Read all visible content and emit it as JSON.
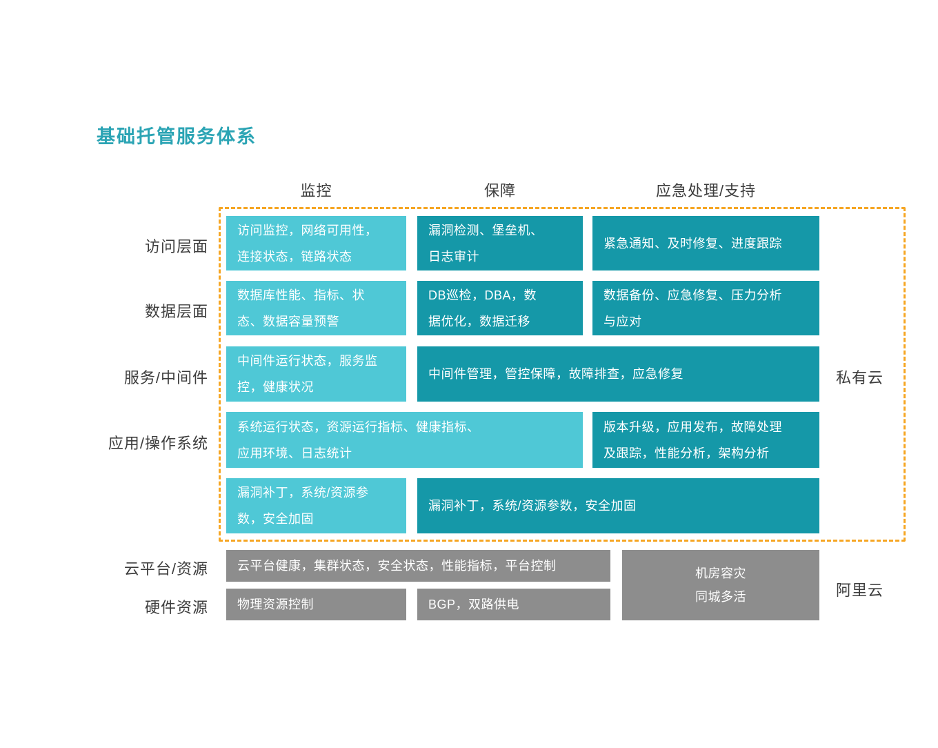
{
  "title": "基础托管服务体系",
  "colors": {
    "teal_title": "#2BA4B4",
    "teal_light": "#4FC8D6",
    "teal_dark": "#1598A8",
    "gray": "#8D8D8D",
    "orange": "#F6A623"
  },
  "columns": [
    "监控",
    "保障",
    "应急处理/支持"
  ],
  "row_labels": [
    "访问层面",
    "数据层面",
    "服务/中间件",
    "应用/操作系统",
    "云平台/资源",
    "硬件资源"
  ],
  "side_labels": {
    "private_cloud": "私有云",
    "alicloud": "阿里云"
  },
  "cells": {
    "access_monitoring": {
      "text": "访问监控，网络可用性，\n连接状态，链路状态"
    },
    "access_assurance": {
      "text": "漏洞检测、堡垒机、\n日志审计"
    },
    "access_emergency": {
      "text": "紧急通知、及时修复、进度跟踪"
    },
    "data_monitoring": {
      "text": "数据库性能、指标、状\n态、数据容量预警"
    },
    "data_assurance": {
      "text": "DB巡检，DBA，数\n据优化，数据迁移"
    },
    "data_emergency": {
      "text": "数据备份、应急修复、压力分析\n与应对"
    },
    "middleware_monitoring": {
      "text": "中间件运行状态，服务监\n控，健康状况"
    },
    "middleware_assurance_emergency": {
      "text": "中间件管理，管控保障，故障排查，应急修复"
    },
    "app_monitoring": {
      "text": "系统运行状态，资源运行指标、健康指标、\n应用环境、日志统计"
    },
    "app_emergency": {
      "text": "版本升级，应用发布，故障处理\n及跟踪，性能分析，架构分析"
    },
    "patch_monitoring": {
      "text": "漏洞补丁，系统/资源参\n数，安全加固"
    },
    "patch_assurance_emergency": {
      "text": "漏洞补丁，系统/资源参数，安全加固"
    },
    "cloud_platform": {
      "text": "云平台健康，集群状态，安全状态，性能指标，平台控制"
    },
    "hardware_control": {
      "text": "物理资源控制"
    },
    "hardware_power": {
      "text": "BGP，双路供电"
    },
    "datacenter_dr": {
      "text": "机房容灾\n同城多活"
    }
  }
}
